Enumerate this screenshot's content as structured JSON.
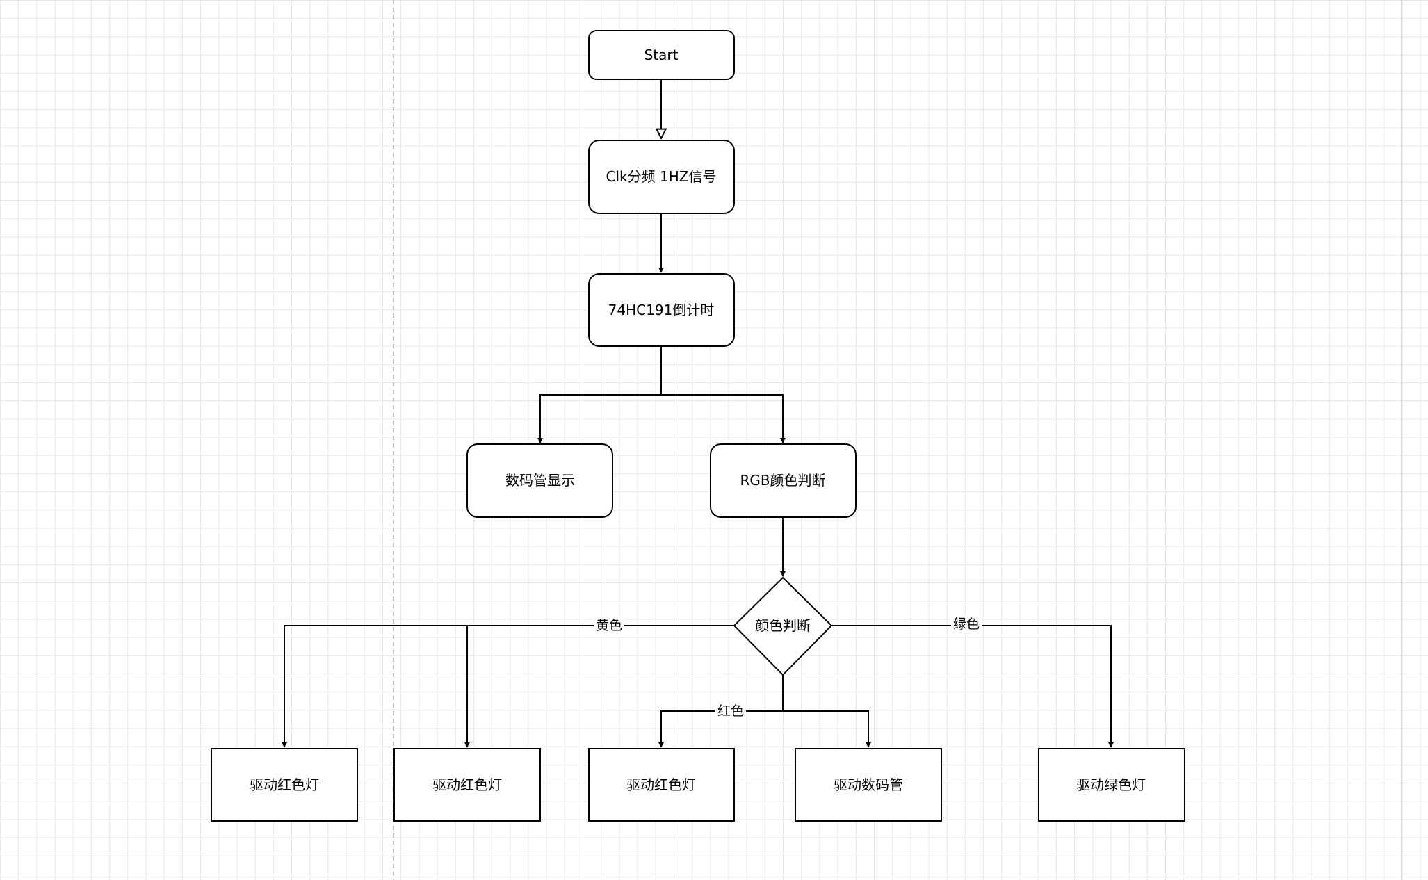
{
  "nodes": {
    "start": "Start",
    "clk_divide": "Clk分频 1HZ信号",
    "countdown": "74HC191倒计时",
    "digit_display": "数码管显示",
    "rgb_judge": "RGB颜色判断",
    "color_decision": "颜色判断",
    "drive_red_1": "驱动红色灯",
    "drive_red_2": "驱动红色灯",
    "drive_red_3": "驱动红色灯",
    "drive_digit_tube": "驱动数码管",
    "drive_green": "驱动绿色灯"
  },
  "edge_labels": {
    "yellow": "黄色",
    "red": "红色",
    "green": "绿色"
  },
  "colors": {
    "stroke": "#000000",
    "node_fill": "#ffffff",
    "grid": "#e6e6e6",
    "guide_line": "#b0b0b0"
  }
}
